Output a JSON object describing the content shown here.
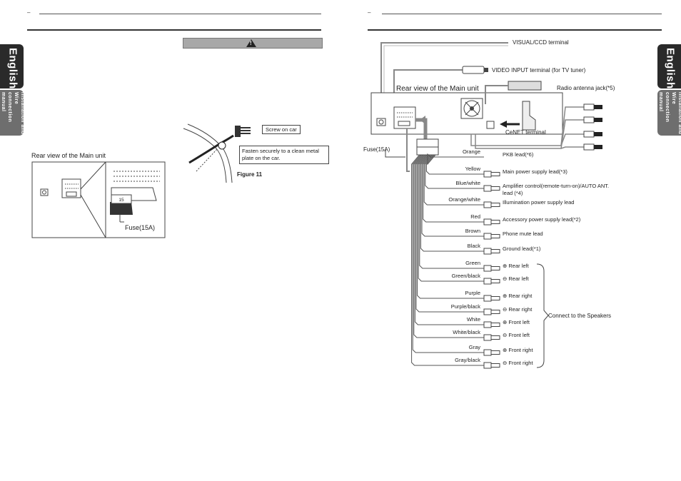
{
  "left_page": {
    "tab_language": "English",
    "tab_section": "Installation and Wire connection manual",
    "warning_symbol": "!",
    "rear_view_label": "Rear view of the Main unit",
    "fuse_label": "Fuse(15A)",
    "fuse_value": "15",
    "screw_label": "Screw on car",
    "fasten_label": "Fasten securely to a clean metal plate on the car.",
    "figure_caption": "Figure 11"
  },
  "right_page": {
    "tab_language": "English",
    "tab_section": "Installation and Wire connection manual",
    "rear_view_label": "Rear view of the Main unit",
    "fuse_label": "Fuse(15A)",
    "visual_terminal": "VISUAL/CCD terminal",
    "video_input": "VIDEO INPUT terminal (for TV tuner)",
    "radio_jack": "Radio antenna jack(*5)",
    "cenet": "CeNET terminal",
    "speakers_label": "Connect to the Speakers",
    "leads": [
      {
        "color": "Orange",
        "desc": "PKB lead(*6)"
      },
      {
        "color": "Yellow",
        "desc": "Main power supply lead(*3)"
      },
      {
        "color": "Blue/white",
        "desc": "Amplifier control(remote-turn-on)/AUTO ANT.",
        "desc2": "lead (*4)"
      },
      {
        "color": "Orange/white",
        "desc": "Illumination power supply lead"
      },
      {
        "color": "Red",
        "desc": "Accessory power supply lead(*2)"
      },
      {
        "color": "Brown",
        "desc": "Phone mute lead"
      },
      {
        "color": "Black",
        "desc": "Ground lead(*1)"
      },
      {
        "color": "Green",
        "desc": "⊕ Rear left"
      },
      {
        "color": "Green/black",
        "desc": "⊖ Rear left"
      },
      {
        "color": "Purple",
        "desc": "⊕ Rear right"
      },
      {
        "color": "Purple/black",
        "desc": "⊖ Rear right"
      },
      {
        "color": "White",
        "desc": "⊕ Front left"
      },
      {
        "color": "White/black",
        "desc": "⊖ Front left"
      },
      {
        "color": "Gray",
        "desc": "⊕ Front right"
      },
      {
        "color": "Gray/black",
        "desc": "⊖ Front right"
      }
    ]
  }
}
